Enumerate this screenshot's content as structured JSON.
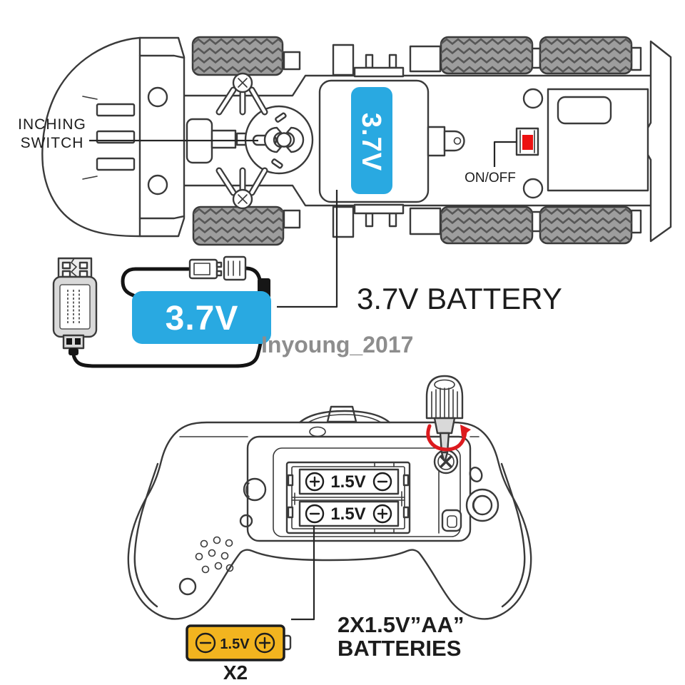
{
  "colors": {
    "accent_blue": "#29A9E1",
    "battery_yellow": "#F2B41F",
    "switch_red": "#ED1111",
    "arrow_red": "#DD1A1E",
    "watermark_gray": "#8D8D8D",
    "line_dark": "#3A3A3A",
    "tire_gray": "#9D9D9D"
  },
  "truck": {
    "inching_switch_line1": "INCHING",
    "inching_switch_line2": "SWITCH",
    "battery_label": "3.7V",
    "on_off_label": "ON/OFF"
  },
  "charger": {
    "pack_label": "3.7V",
    "caption": "3.7V BATTERY"
  },
  "watermark": "Inyoung_2017",
  "controller": {
    "battery_slot_top_label": "1.5V",
    "battery_slot_bottom_label": "1.5V",
    "aa_battery_label": "1.5V",
    "aa_quantity_label": "X2",
    "caption_line1": "2X1.5V”AA”",
    "caption_line2": "BATTERIES"
  }
}
